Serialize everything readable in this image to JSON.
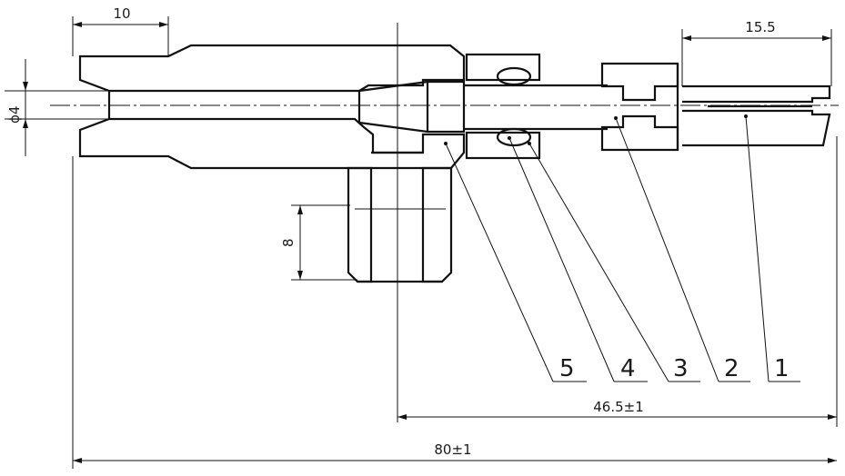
{
  "drawing": {
    "dimensions": {
      "tip_length": "10",
      "tip_diameter": "ϕ4",
      "right_length": "15.5",
      "nozzle_length": "8",
      "center_to_end": "46.5±1",
      "overall_length": "80±1"
    },
    "part_labels": [
      "5",
      "4",
      "3",
      "2",
      "1"
    ],
    "colors": {
      "line": "#111111",
      "background": "#ffffff"
    }
  }
}
